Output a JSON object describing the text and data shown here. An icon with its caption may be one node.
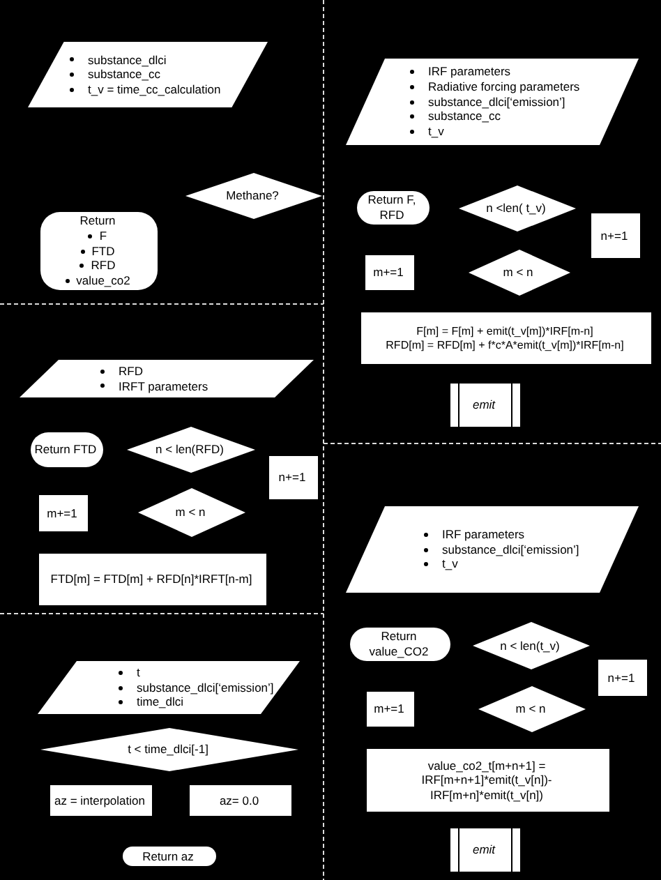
{
  "diagram": {
    "nodes": [
      {
        "text": [
          "substance_dlci",
          "substance_cc",
          "t_v = time_cc_calculation"
        ]
      },
      {
        "text": [
          "Methane?"
        ]
      },
      {
        "text": [
          "Return",
          "F",
          "FTD",
          "RFD",
          "value_co2"
        ]
      },
      {
        "text": [
          "IRF parameters",
          "Radiative forcing parameters",
          "substance_dlci[‘emission’]",
          "substance_cc",
          "t_v"
        ]
      },
      {
        "text": [
          "Return F, RFD"
        ]
      },
      {
        "text": [
          "n <len( t_v)"
        ]
      },
      {
        "text": [
          "n+=1"
        ]
      },
      {
        "text": [
          "m+=1"
        ]
      },
      {
        "text": [
          "m < n"
        ]
      },
      {
        "text": [
          "F[m] = F[m] + emit(t_v[m])*IRF[m-n]",
          "RFD[m] = RFD[m] + f*c*A*emit(t_v[m])*IRF[m-n]"
        ]
      },
      {
        "text": [
          "emit"
        ]
      },
      {
        "text": [
          "RFD",
          "IRFT parameters"
        ]
      },
      {
        "text": [
          "Return FTD"
        ]
      },
      {
        "text": [
          "n < len(RFD)"
        ]
      },
      {
        "text": [
          "n+=1"
        ]
      },
      {
        "text": [
          "m+=1"
        ]
      },
      {
        "text": [
          "m < n"
        ]
      },
      {
        "text": [
          "FTD[m] = FTD[m] + RFD[n]*IRFT[n-m]"
        ]
      },
      {
        "text": [
          "IRF parameters",
          "substance_dlci[‘emission’]",
          "t_v"
        ]
      },
      {
        "text": [
          "Return value_CO2"
        ]
      },
      {
        "text": [
          "n < len(t_v)"
        ]
      },
      {
        "text": [
          "n+=1"
        ]
      },
      {
        "text": [
          "m+=1"
        ]
      },
      {
        "text": [
          "m < n"
        ]
      },
      {
        "text": [
          "value_co2_t[m+n+1] = IRF[m+n+1]*emit(t_v[n])- IRF[m+n]*emit(t_v[n])"
        ]
      },
      {
        "text": [
          "emit"
        ]
      },
      {
        "text": [
          "t",
          "substance_dlci[‘emission’]",
          "time_dlci"
        ]
      },
      {
        "text": [
          "t < time_dlci[-1]"
        ]
      },
      {
        "text": [
          "az = interpolation"
        ]
      },
      {
        "text": [
          "az= 0.0"
        ]
      },
      {
        "text": [
          "Return az"
        ]
      }
    ]
  }
}
